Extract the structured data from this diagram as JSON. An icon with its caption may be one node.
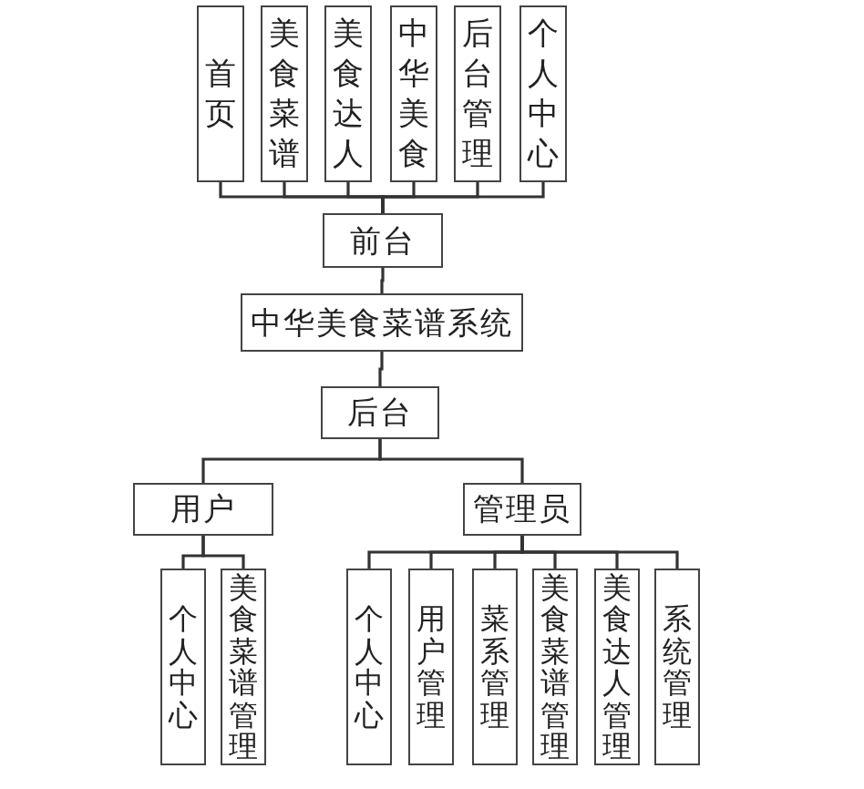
{
  "diagram": {
    "nodes": [
      {
        "text": [
          "首页"
        ]
      },
      {
        "text": [
          "美食菜谱"
        ]
      },
      {
        "text": [
          "美食达人"
        ]
      },
      {
        "text": [
          "中华美食"
        ]
      },
      {
        "text": [
          "后台管理"
        ]
      },
      {
        "text": [
          "个人中心"
        ]
      },
      {
        "text": [
          "前台"
        ]
      },
      {
        "text": [
          "中华美食菜谱系统"
        ]
      },
      {
        "text": [
          "后台"
        ]
      },
      {
        "text": [
          "用户"
        ]
      },
      {
        "text": [
          "管理员"
        ]
      },
      {
        "text": [
          "个人中心"
        ]
      },
      {
        "text": [
          "美食菜谱管理"
        ]
      },
      {
        "text": [
          "个人中心"
        ]
      },
      {
        "text": [
          "用户管理"
        ]
      },
      {
        "text": [
          "菜系管理"
        ]
      },
      {
        "text": [
          "美食菜谱管理"
        ]
      },
      {
        "text": [
          "美食达人管理"
        ]
      },
      {
        "text": [
          "系统管理"
        ]
      }
    ],
    "edges": [
      {
        "from": 6,
        "to": 0,
        "arrow": "none"
      },
      {
        "from": 6,
        "to": 1,
        "arrow": "none"
      },
      {
        "from": 6,
        "to": 2,
        "arrow": "none"
      },
      {
        "from": 6,
        "to": 3,
        "arrow": "none"
      },
      {
        "from": 6,
        "to": 4,
        "arrow": "none"
      },
      {
        "from": 6,
        "to": 5,
        "arrow": "none"
      },
      {
        "from": 7,
        "to": 6,
        "arrow": "none"
      },
      {
        "from": 7,
        "to": 8,
        "arrow": "none"
      },
      {
        "from": 8,
        "to": 9,
        "arrow": "none"
      },
      {
        "from": 8,
        "to": 10,
        "arrow": "none"
      },
      {
        "from": 9,
        "to": 11,
        "arrow": "none"
      },
      {
        "from": 9,
        "to": 12,
        "arrow": "none"
      },
      {
        "from": 10,
        "to": 13,
        "arrow": "none"
      },
      {
        "from": 10,
        "to": 14,
        "arrow": "none"
      },
      {
        "from": 10,
        "to": 15,
        "arrow": "none"
      },
      {
        "from": 10,
        "to": 16,
        "arrow": "none"
      },
      {
        "from": 10,
        "to": 17,
        "arrow": "none"
      },
      {
        "from": 10,
        "to": 18,
        "arrow": "none"
      }
    ]
  }
}
